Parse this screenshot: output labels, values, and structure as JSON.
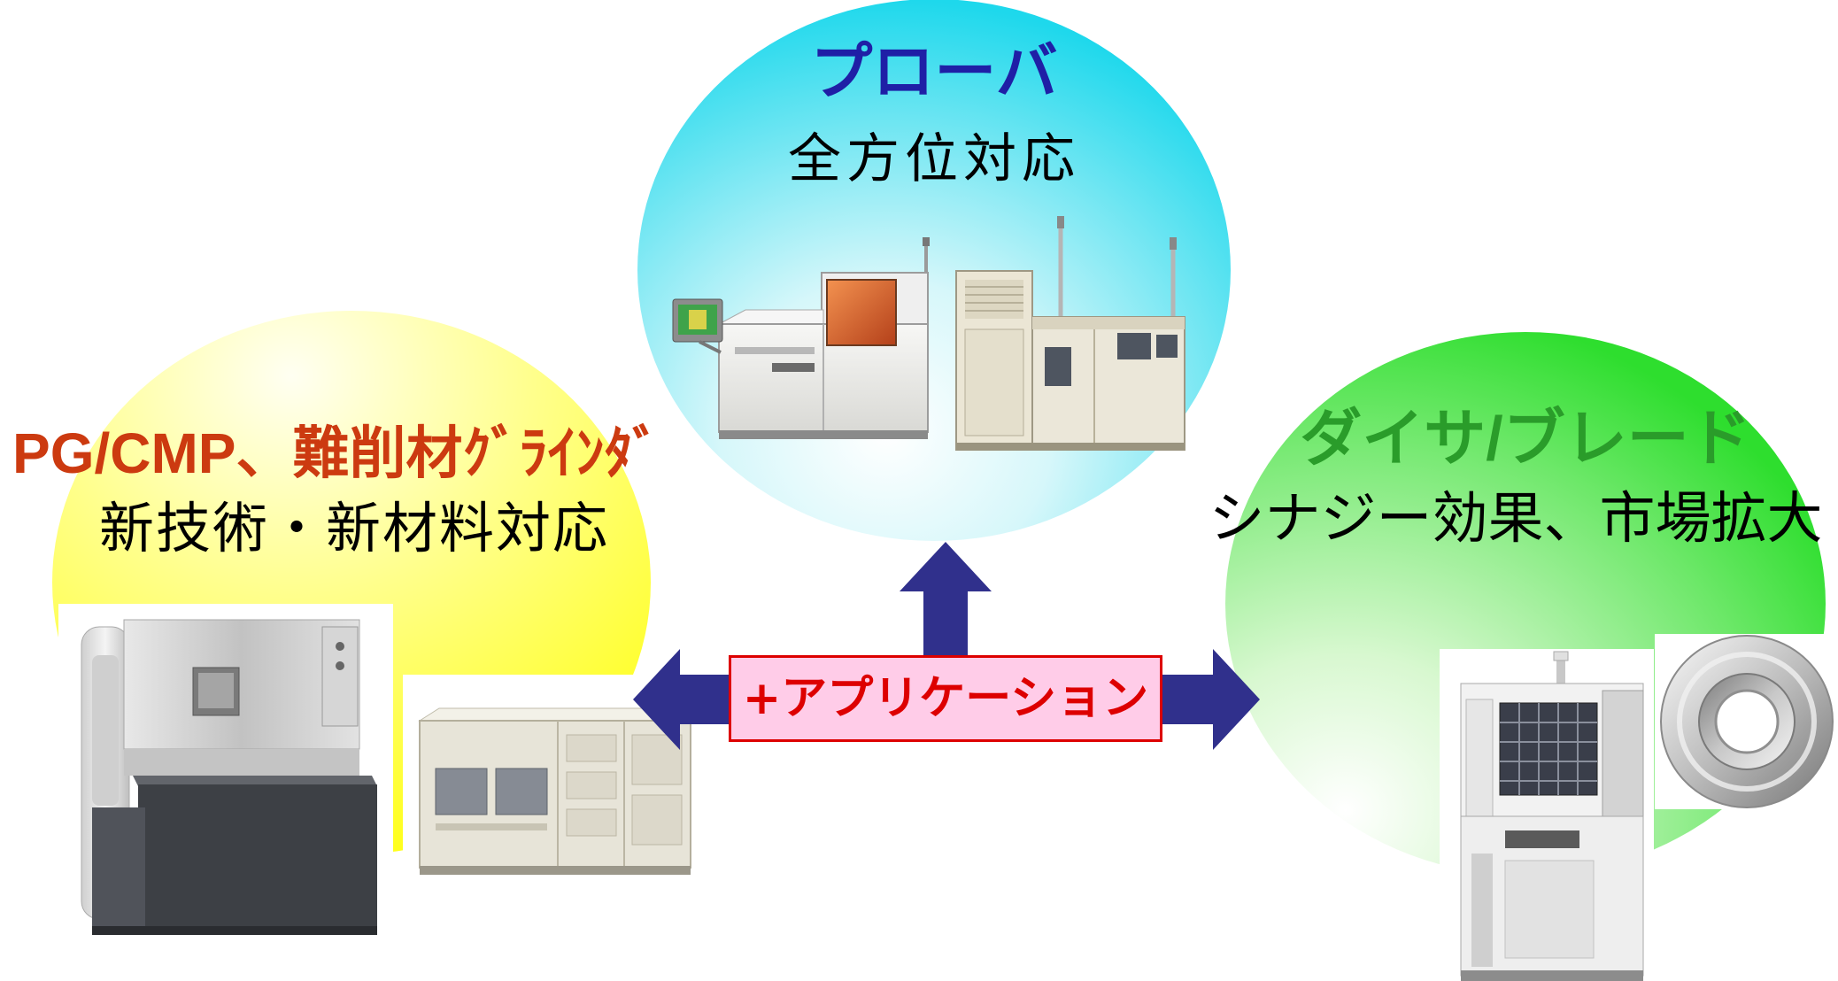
{
  "slide": {
    "prober": {
      "title": "プローバ",
      "subtitle": "全方位対応"
    },
    "grinder": {
      "title": "PG/CMP、難削材ｸﾞﾗｲﾝﾀﾞ",
      "subtitle": "新技術・新材料対応"
    },
    "dicer": {
      "title": "ダイサ/ブレード",
      "subtitle": "シナジー効果、市場拡大"
    },
    "center": {
      "label": "+アプリケーション"
    }
  },
  "colors": {
    "prober_title": "#1f1fa6",
    "grinder_title": "#cc3a10",
    "dicer_title": "#2a9c2a",
    "subtitle_text": "#000000",
    "prober_bubble": "#1ed8ec",
    "grinder_bubble": "#ffff1a",
    "dicer_bubble": "#2ede2e",
    "arrow": "#30308c",
    "center_label": "#dd0000",
    "center_box_fill": "#ffcce8",
    "center_box_border": "#dd0000"
  },
  "icons": {
    "up": "up-arrow-icon",
    "horizontal": "left-right-arrow-icon"
  }
}
